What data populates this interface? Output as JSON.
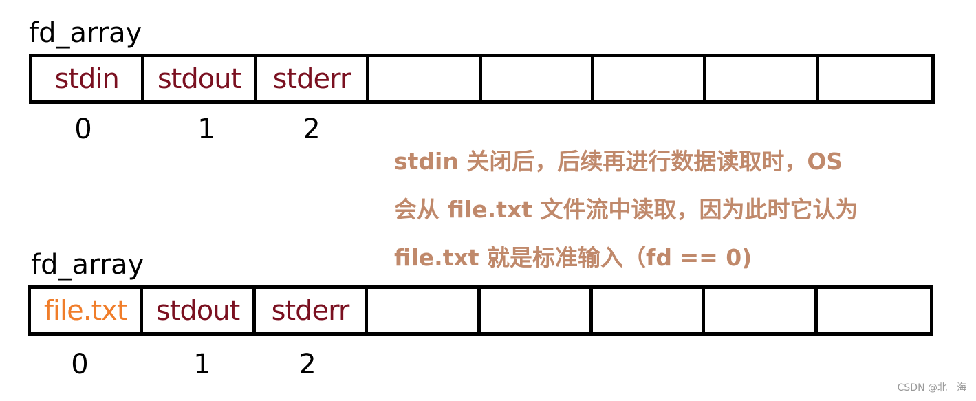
{
  "diagram": {
    "top": {
      "title": "fd_array",
      "cells": [
        "stdin",
        "stdout",
        "stderr",
        "",
        "",
        "",
        "",
        ""
      ],
      "indices": [
        "0",
        "1",
        "2"
      ]
    },
    "bottom": {
      "title": "fd_array",
      "cells": [
        "file.txt",
        "stdout",
        "stderr",
        "",
        "",
        "",
        "",
        ""
      ],
      "indices": [
        "0",
        "1",
        "2"
      ]
    },
    "note": {
      "lines": [
        "stdin 关闭后，后续再进行数据读取时，OS",
        "会从 file.txt 文件流中读取，因为此时它认为",
        "file.txt 就是标准输入（fd == 0)"
      ]
    },
    "watermark": "CSDN @北　海",
    "colors": {
      "std_entry": "#7a1020",
      "file_entry": "#f07d2a",
      "note_text": "#c0896b",
      "border": "#000000"
    }
  }
}
